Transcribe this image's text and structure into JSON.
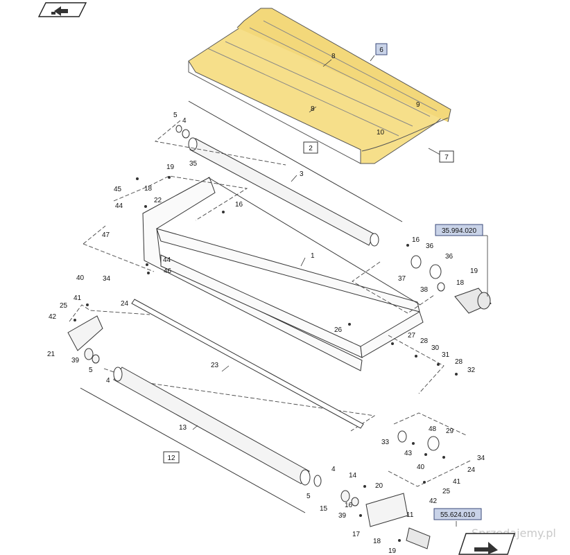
{
  "callouts": {
    "c1": "1",
    "c2": "2",
    "c3": "3",
    "c4a": "4",
    "c4b": "4",
    "c4c": "4",
    "c5a": "5",
    "c5b": "5",
    "c5c": "5",
    "c6": "6",
    "c7": "7",
    "c8a": "8",
    "c8b": "8",
    "c9": "9",
    "c10": "10",
    "c11": "11",
    "c12": "12",
    "c13": "13",
    "c14": "14",
    "c15": "15",
    "c16a": "16",
    "c16b": "16",
    "c16c": "16",
    "c17": "17",
    "c18a": "18",
    "c18b": "18",
    "c18c": "18",
    "c19a": "19",
    "c19b": "19",
    "c19c": "19",
    "c20": "20",
    "c21": "21",
    "c22": "22",
    "c23": "23",
    "c24a": "24",
    "c24b": "24",
    "c25a": "25",
    "c25b": "25",
    "c26": "26",
    "c27": "27",
    "c28a": "28",
    "c28b": "28",
    "c29": "29",
    "c30": "30",
    "c31": "31",
    "c32": "32",
    "c33": "33",
    "c34a": "34",
    "c34b": "34",
    "c35": "35",
    "c36a": "36",
    "c36b": "36",
    "c37": "37",
    "c38": "38",
    "c39a": "39",
    "c39b": "39",
    "c40a": "40",
    "c40b": "40",
    "c41a": "41",
    "c41b": "41",
    "c42a": "42",
    "c42b": "42",
    "c43": "43",
    "c44a": "44",
    "c44b": "44",
    "c45": "45",
    "c46": "46",
    "c47": "47",
    "c48": "48"
  },
  "references": {
    "upper_motor": "35.994.020",
    "lower_motor": "55.624.010"
  },
  "watermark": "Sprzedajemy.pl",
  "colors": {
    "belt": "#f6df8a",
    "belt_stroke": "#555555",
    "ref_box": "#c9d3e8",
    "ref_box_stroke": "#3a4a7a",
    "line": "#333333"
  },
  "icons": {
    "nav_top": "view-icon",
    "nav_bottom": "next-page-icon"
  }
}
